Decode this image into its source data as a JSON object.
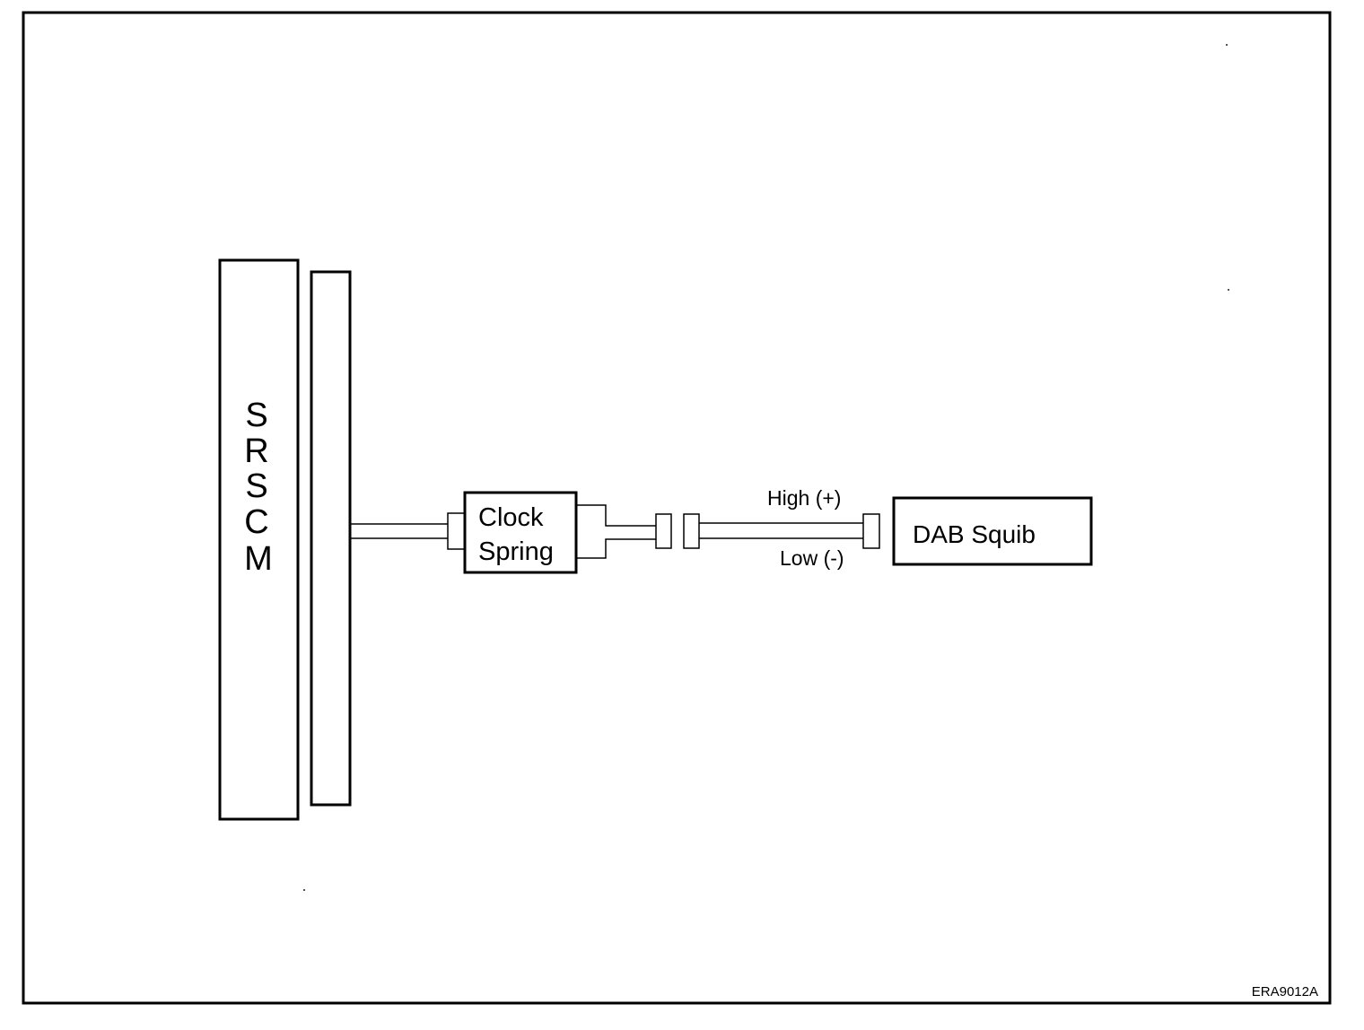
{
  "diagram": {
    "srscm_letters": [
      "S",
      "R",
      "S",
      "C",
      "M"
    ],
    "clock_spring": {
      "line1": "Clock",
      "line2": "Spring"
    },
    "wire_labels": {
      "high": "High (+)",
      "low": "Low (-)"
    },
    "dab_squib_label": "DAB Squib",
    "figure_code": "ERA9012A"
  }
}
